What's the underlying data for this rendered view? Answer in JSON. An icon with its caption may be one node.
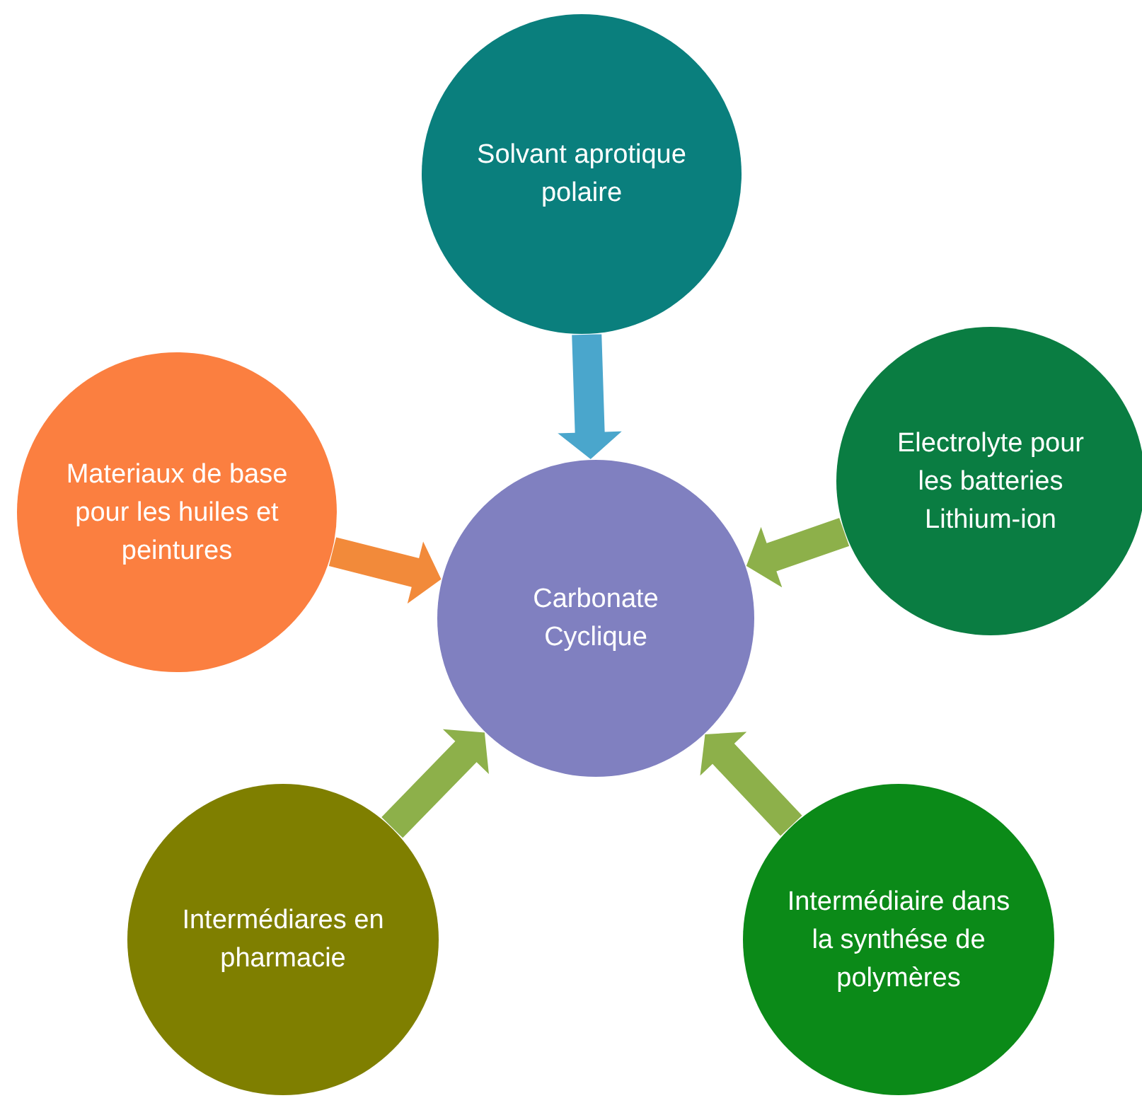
{
  "diagram": {
    "nodes": [
      {
        "text": [
          "Solvant aprotique polaire"
        ]
      },
      {
        "text": [
          "Electrolyte pour les batteries Lithium-ion"
        ]
      },
      {
        "text": [
          "Materiaux de base pour les huiles et peintures"
        ]
      },
      {
        "text": [
          "Carbonate Cyclique"
        ]
      },
      {
        "text": [
          "Intermédiares en pharmacie"
        ]
      },
      {
        "text": [
          "Intermédiaire dans la synthése de polymères"
        ]
      }
    ],
    "edges": [
      {
        "from": 0,
        "to": 3,
        "arrow": "to",
        "color": "#4aa6cc"
      },
      {
        "from": 2,
        "to": 3,
        "arrow": "to",
        "color": "#f28a3a"
      },
      {
        "from": 1,
        "to": 3,
        "arrow": "to"
      },
      {
        "from": 5,
        "to": 3,
        "arrow": "to"
      },
      {
        "from": 4,
        "to": 3,
        "arrow": "to"
      }
    ]
  }
}
